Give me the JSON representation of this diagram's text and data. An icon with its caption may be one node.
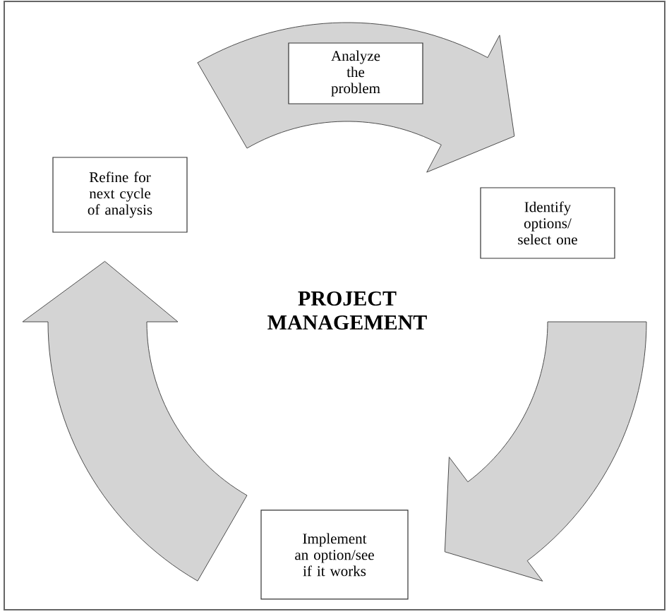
{
  "diagram": {
    "nodes": [
      {
        "text": [
          "Analyze the problem"
        ]
      },
      {
        "text": [
          "Identify options/ select one"
        ]
      },
      {
        "text": [
          "Implement an option/see if it works"
        ]
      },
      {
        "text": [
          "Refine for next cycle of analysis"
        ]
      }
    ],
    "edges": [
      {
        "from": 0,
        "to": 1,
        "arrow": "to"
      },
      {
        "from": 1,
        "to": 2,
        "arrow": "to"
      },
      {
        "from": 2,
        "to": 3,
        "arrow": "to"
      }
    ],
    "labels": [
      "PROJECT MANAGEMENT"
    ]
  }
}
